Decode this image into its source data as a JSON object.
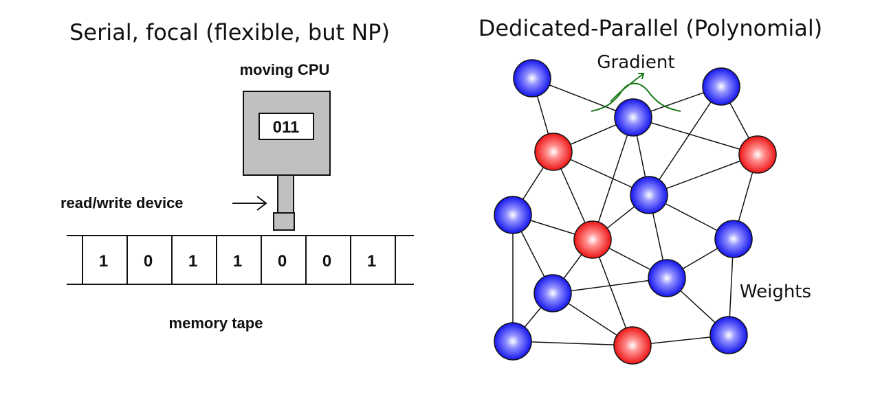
{
  "left": {
    "title": "Serial, focal (flexible, but NP)",
    "cpu_label": "moving CPU",
    "register_value": "011",
    "device_label": "read/write device",
    "tape_cells": [
      "1",
      "0",
      "1",
      "1",
      "0",
      "0",
      "1"
    ],
    "tape_label": "memory tape"
  },
  "right": {
    "title": "Dedicated-Parallel (Polynomial)",
    "gradient_label": "Gradient",
    "weights_label": "Weights",
    "node_colors": [
      "blue",
      "red"
    ]
  },
  "colors": {
    "cpu_fill": "#c0c0c0",
    "node_blue": "#2020ff",
    "node_red": "#ff2020",
    "gradient": "#1a7a1a"
  }
}
